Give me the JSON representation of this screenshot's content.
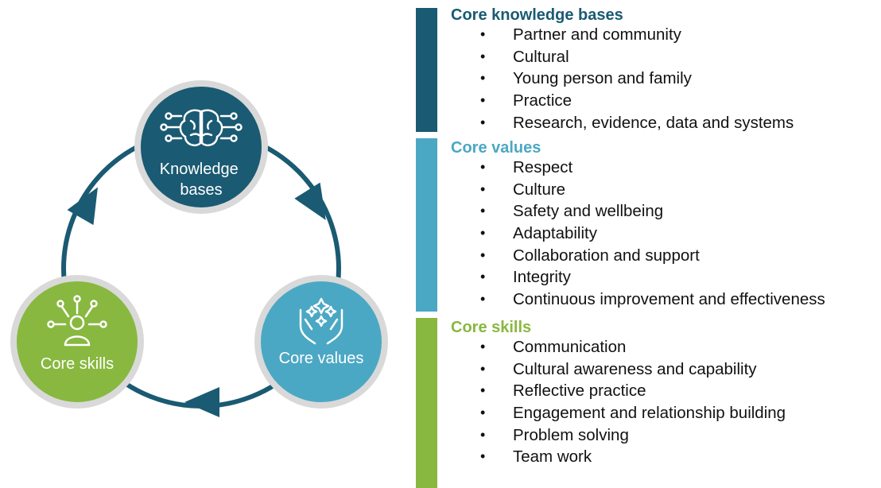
{
  "cycle": {
    "nodes": [
      {
        "id": "knowledge",
        "label_lines": [
          "Knowledge",
          "bases"
        ],
        "icon": "brain-network-icon",
        "color": "#1a5a72"
      },
      {
        "id": "values",
        "label_lines": [
          "Core values"
        ],
        "icon": "hands-sparkles-icon",
        "color": "#4ba8c4"
      },
      {
        "id": "skills",
        "label_lines": [
          "Core skills"
        ],
        "icon": "person-network-icon",
        "color": "#88b840"
      }
    ],
    "ring_color": "#1a5a72",
    "border_color": "#d9d9d9"
  },
  "sections": [
    {
      "title": "Core knowledge bases",
      "color": "#1a5a72",
      "items": [
        "Partner and community",
        "Cultural",
        "Young person and family",
        "Practice",
        "Research, evidence, data and systems"
      ]
    },
    {
      "title": "Core values",
      "color": "#4ba8c4",
      "items": [
        "Respect",
        "Culture",
        "Safety and wellbeing",
        "Adaptability",
        "Collaboration and support",
        "Integrity",
        "Continuous improvement and effectiveness"
      ]
    },
    {
      "title": "Core skills",
      "color": "#88b840",
      "items": [
        "Communication",
        "Cultural awareness and capability",
        "Reflective practice",
        "Engagement and relationship building",
        "Problem solving",
        "Team work"
      ]
    }
  ]
}
